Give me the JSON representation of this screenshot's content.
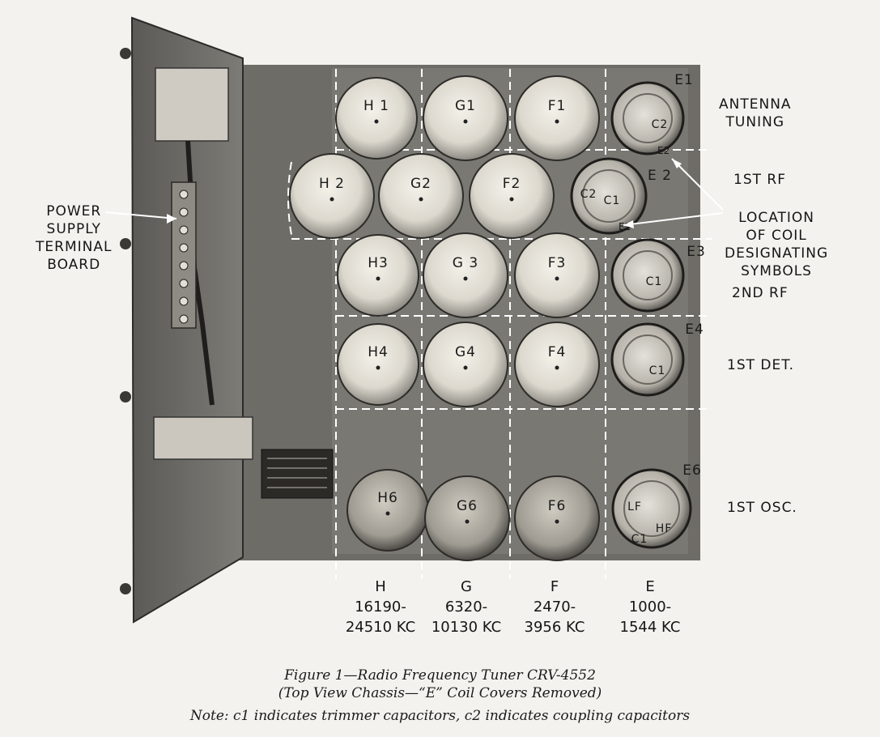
{
  "figure": {
    "coils": [
      {
        "id": "H1",
        "label": "H 1"
      },
      {
        "id": "G1",
        "label": "G1"
      },
      {
        "id": "F1",
        "label": "F1"
      },
      {
        "id": "H2",
        "label": "H 2"
      },
      {
        "id": "G2",
        "label": "G2"
      },
      {
        "id": "F2",
        "label": "F2"
      },
      {
        "id": "H3",
        "label": "H3"
      },
      {
        "id": "G3",
        "label": "G 3"
      },
      {
        "id": "F3",
        "label": "F3"
      },
      {
        "id": "H4",
        "label": "H4"
      },
      {
        "id": "G4",
        "label": "G4"
      },
      {
        "id": "F4",
        "label": "F4"
      },
      {
        "id": "H6",
        "label": "H6"
      },
      {
        "id": "G6",
        "label": "G6"
      },
      {
        "id": "F6",
        "label": "F6"
      }
    ],
    "e_coils": [
      {
        "id": "E1",
        "label": "E1",
        "caps": [
          "C2"
        ]
      },
      {
        "id": "E2",
        "label": "E 2",
        "caps": [
          "C2",
          "C1"
        ]
      },
      {
        "id": "E3",
        "label": "E3",
        "caps": [
          "C1"
        ]
      },
      {
        "id": "E4",
        "label": "E4",
        "caps": [
          "C1"
        ]
      },
      {
        "id": "E6",
        "label": "E6",
        "caps": [
          "LF",
          "HF",
          "C1"
        ]
      }
    ],
    "small_marks": [
      "E2",
      "E2"
    ],
    "row_labels": {
      "antenna": [
        "ANTENNA",
        "TUNING"
      ],
      "rf1": "1ST RF",
      "rf2": "2ND RF",
      "det1": "1ST DET.",
      "osc1": "1ST OSC."
    },
    "location_label": [
      "LOCATION",
      "OF COIL",
      "DESIGNATING",
      "SYMBOLS"
    ],
    "power_label": [
      "POWER",
      "SUPPLY",
      "TERMINAL",
      "BOARD"
    ],
    "columns": [
      {
        "letter": "H",
        "range1": "16190-",
        "range2": "24510 KC"
      },
      {
        "letter": "G",
        "range1": "6320-",
        "range2": "10130 KC"
      },
      {
        "letter": "F",
        "range1": "2470-",
        "range2": "3956 KC"
      },
      {
        "letter": "E",
        "range1": "1000-",
        "range2": "1544 KC"
      }
    ]
  },
  "caption": {
    "line1": "Figure 1—Radio Frequency Tuner CRV-4552",
    "line2": "(Top View Chassis—“E” Coil Covers Removed)",
    "line3": "Note: c1 indicates trimmer capacitors, c2 indicates coupling capacitors"
  }
}
